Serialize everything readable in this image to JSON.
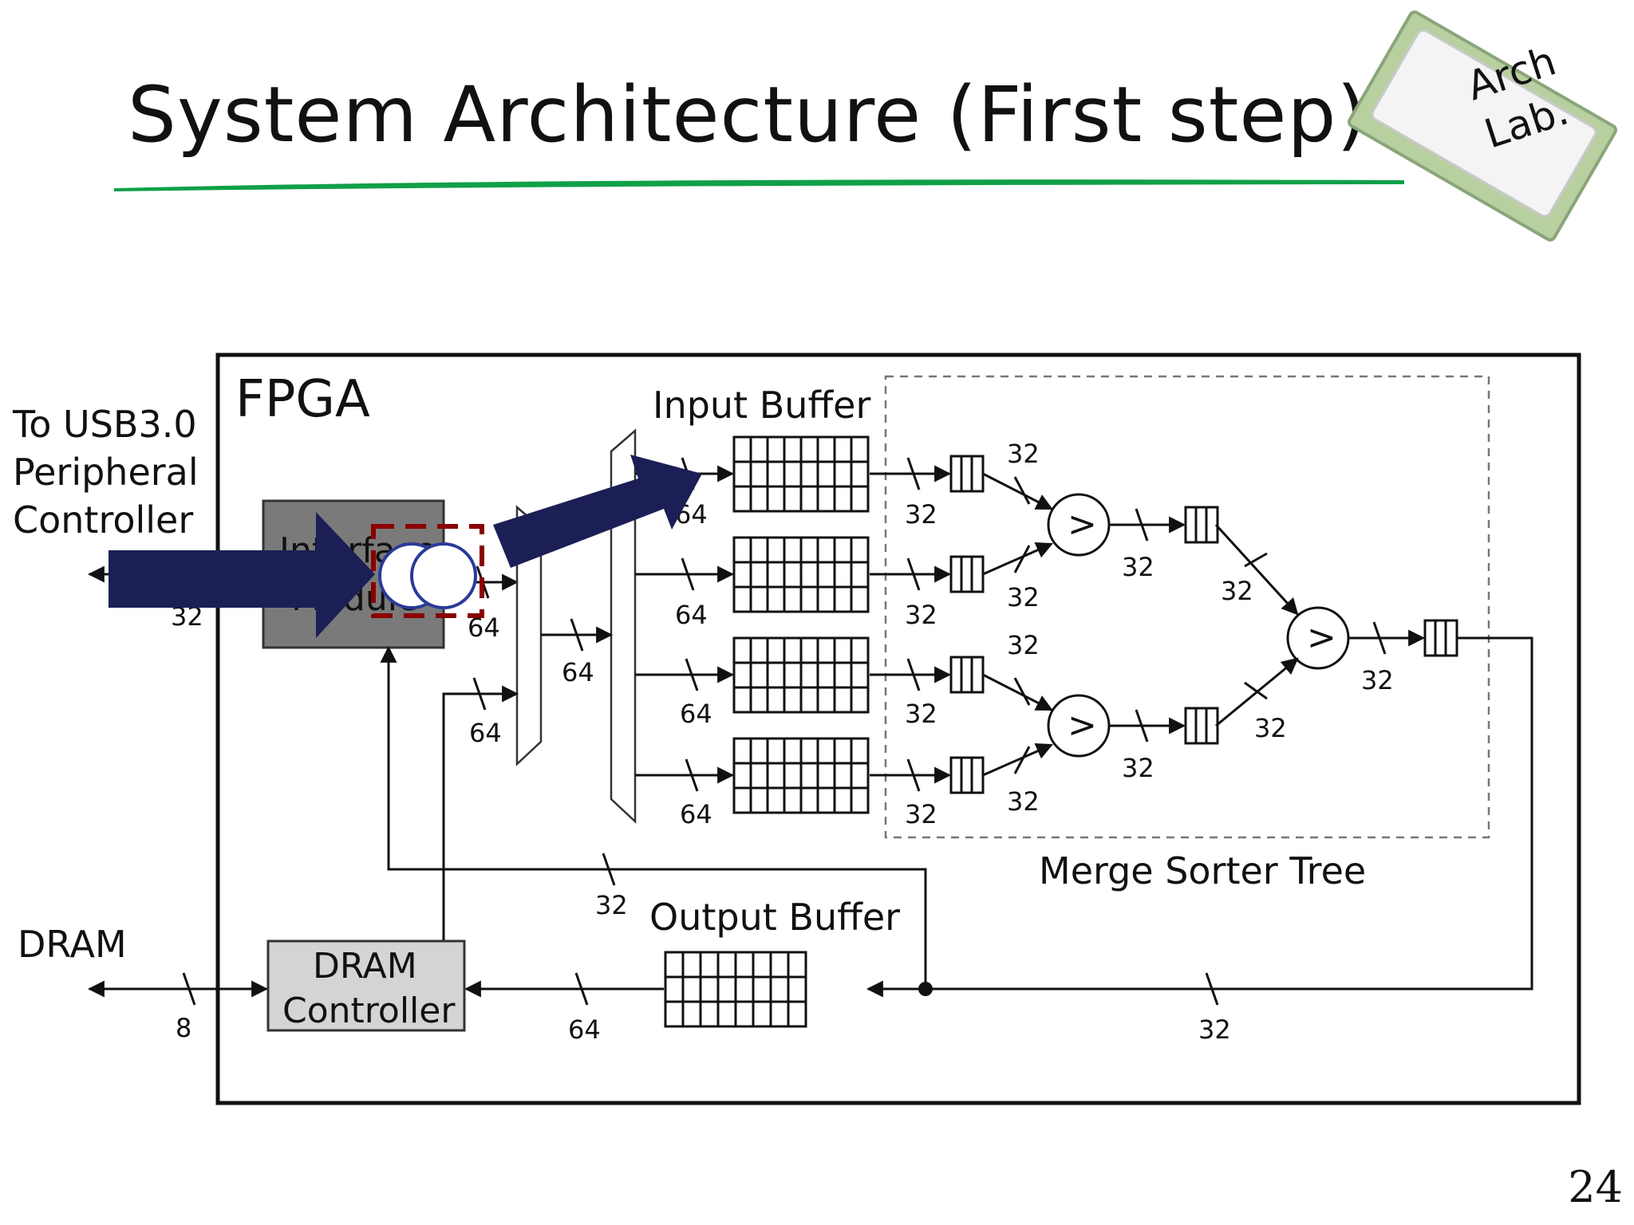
{
  "slide": {
    "title": "System Architecture (First step)",
    "page_number": "24"
  },
  "logo": {
    "line1": "Arch",
    "line2": "Lab."
  },
  "colors": {
    "title_rule": "#10a048",
    "arrow_fill": "#1c1f56",
    "highlight": "#8b0000",
    "circle": "#2a3a9a"
  },
  "diagram": {
    "fpga_label": "FPGA",
    "external": {
      "usb_line1": "To USB3.0",
      "usb_line2": "Peripheral",
      "usb_line3": "Controller",
      "dram": "DRAM"
    },
    "interface_module": {
      "line1": "Interface",
      "line2": "Module"
    },
    "dram_controller": {
      "line1": "DRAM",
      "line2": "Controller"
    },
    "input_buffer_label": "Input Buffer",
    "output_buffer_label": "Output Buffer",
    "merge_tree_label": "Merge Sorter Tree",
    "comparator_symbol": ">",
    "widths": {
      "usb": "32",
      "im_out": "64",
      "dram_up": "64",
      "mux_out": "64",
      "ib_in_1": "64",
      "ib_in_2": "64",
      "ib_in_3": "64",
      "ib_in_4": "64",
      "ib_out_1": "32",
      "ib_out_2": "32",
      "ib_out_3": "32",
      "ib_out_4": "32",
      "l1_a": "32",
      "l1_b": "32",
      "l1_c": "32",
      "l1_d": "32",
      "c1_out": "32",
      "c2_out": "32",
      "c3_in_a": "32",
      "c3_in_b": "32",
      "final": "32",
      "feedback": "32",
      "return": "32",
      "ob_dram": "64",
      "dram_ext": "8"
    }
  }
}
